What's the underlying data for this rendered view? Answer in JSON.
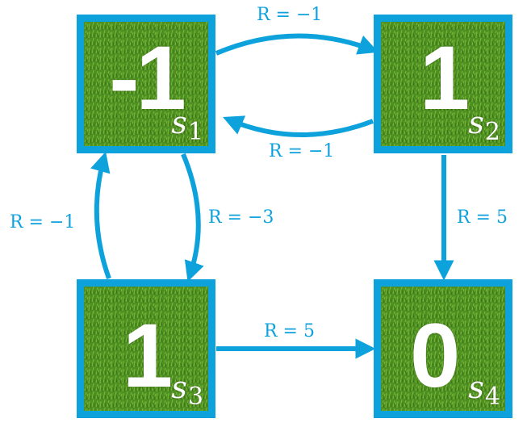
{
  "colors": {
    "accent": "#0ea2dd",
    "grass_base": "#4e8f22",
    "grass_light": "#7cbc3a",
    "grass_dark": "#2f6512"
  },
  "states": [
    {
      "id": "s1",
      "value": "-1",
      "label": "s",
      "sub": "1"
    },
    {
      "id": "s2",
      "value": "1",
      "label": "s",
      "sub": "2"
    },
    {
      "id": "s3",
      "value": "1",
      "label": "s",
      "sub": "3"
    },
    {
      "id": "s4",
      "value": "0",
      "label": "s",
      "sub": "4"
    }
  ],
  "transitions": [
    {
      "from": "s1",
      "to": "s2",
      "reward": "R = −1"
    },
    {
      "from": "s2",
      "to": "s1",
      "reward": "R = −1"
    },
    {
      "from": "s1",
      "to": "s3",
      "reward": "R = −3"
    },
    {
      "from": "s3",
      "to": "s1",
      "reward": "R = −1"
    },
    {
      "from": "s2",
      "to": "s4",
      "reward": "R = 5"
    },
    {
      "from": "s3",
      "to": "s4",
      "reward": "R = 5"
    }
  ]
}
